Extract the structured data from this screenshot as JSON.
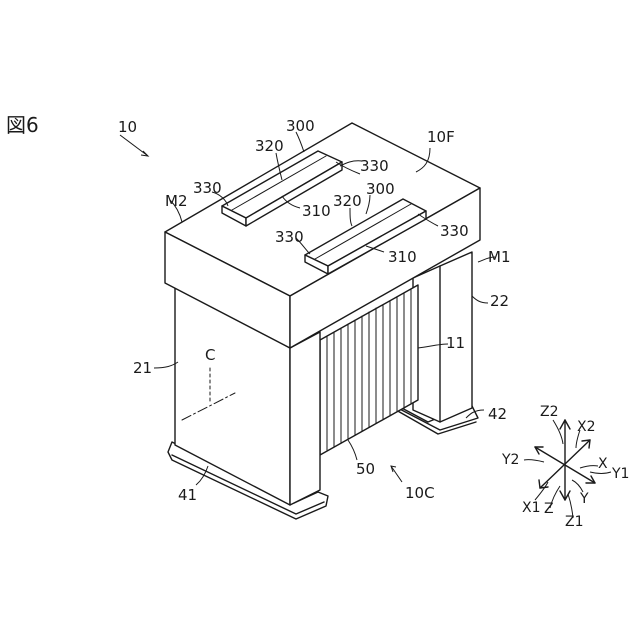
{
  "figure": {
    "title": "図6"
  },
  "labels": {
    "l10": "10",
    "l10F": "10F",
    "l10C": "10C",
    "l11": "11",
    "l21": "21",
    "l22": "22",
    "l41": "41",
    "l42": "42",
    "l50": "50",
    "lM1": "M1",
    "lM2": "M2",
    "lC": "C",
    "l300a": "300",
    "l300b": "300",
    "l310a": "310",
    "l310b": "310",
    "l320a": "320",
    "l320b": "320",
    "l330a": "330",
    "l330b": "330",
    "l330c": "330",
    "l330d": "330"
  },
  "axes": {
    "x": "X",
    "x1": "X1",
    "x2": "X2",
    "y": "Y",
    "y1": "Y1",
    "y2": "Y2",
    "z": "Z",
    "z1": "Z1",
    "z2": "Z2"
  }
}
